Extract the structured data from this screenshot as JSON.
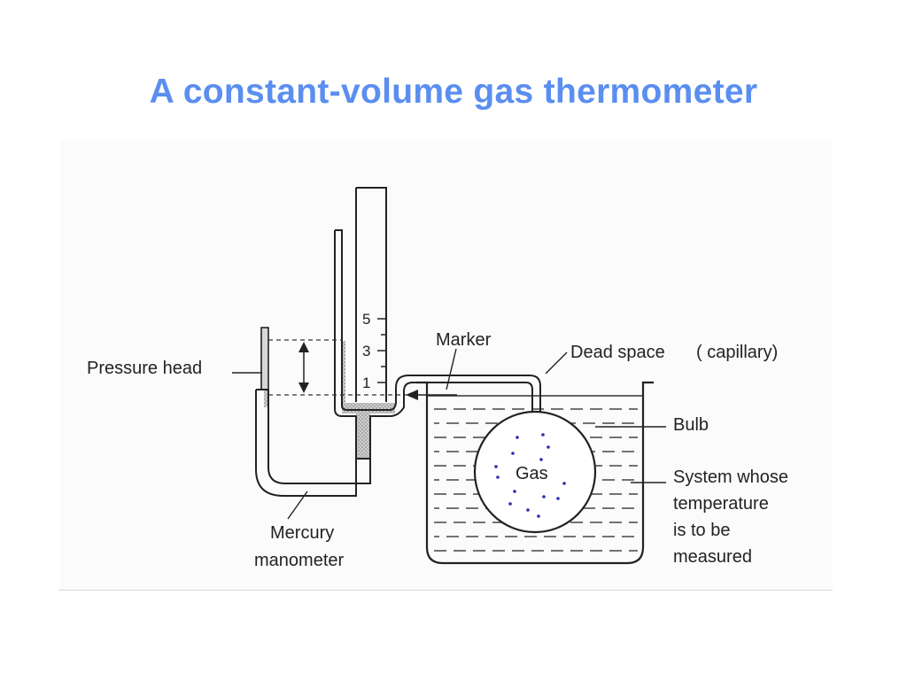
{
  "slide": {
    "title": "A constant-volume gas thermometer"
  },
  "diagram": {
    "labels": {
      "pressure_head": "Pressure head",
      "marker": "Marker",
      "dead_space": "Dead space",
      "capillary": "( capillary)",
      "bulb": "Bulb",
      "gas": "Gas",
      "system_line1": "System whose",
      "system_line2": "temperature",
      "system_line3": "is to be",
      "system_line4": "measured",
      "mercury_line1": "Mercury",
      "mercury_line2": "manometer"
    },
    "scale_marks": [
      "5",
      "3",
      "1"
    ]
  }
}
